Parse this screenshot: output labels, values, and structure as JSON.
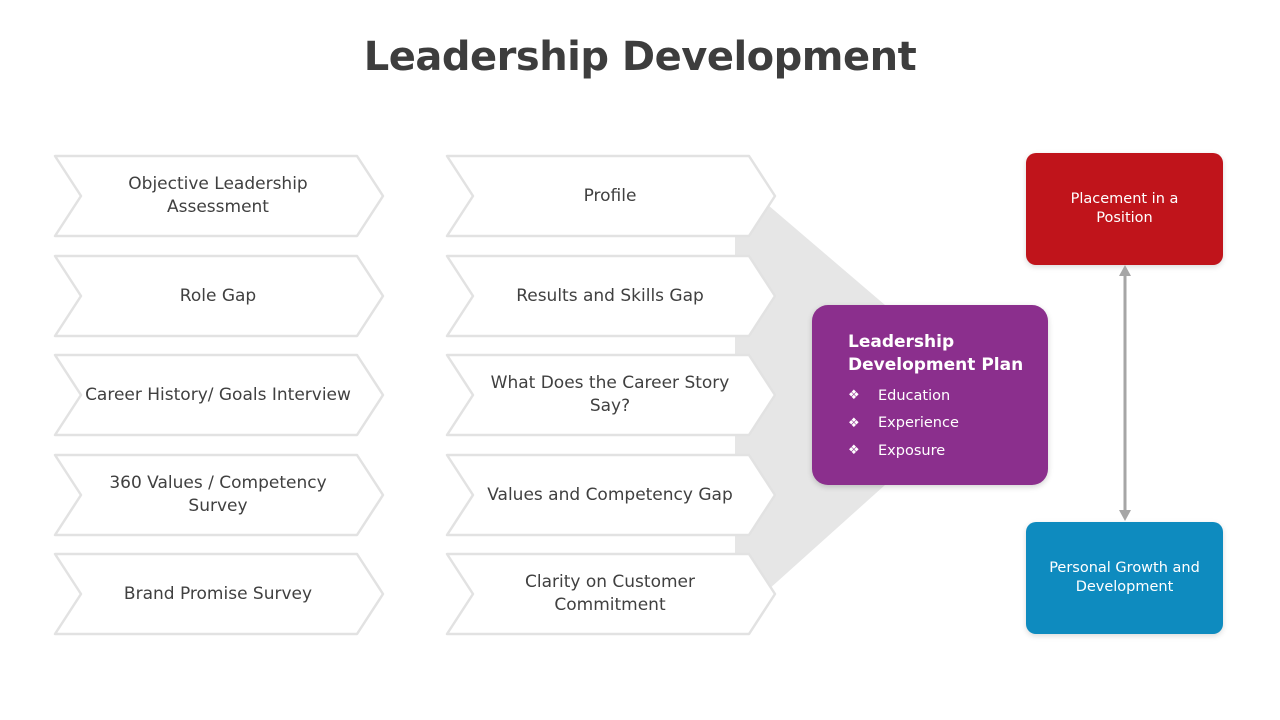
{
  "title": "Leadership Development",
  "left_column": [
    "Objective Leadership Assessment",
    "Role Gap",
    "Career History/ Goals Interview",
    "360 Values / Competency Survey",
    "Brand Promise Survey"
  ],
  "middle_column": [
    "Profile",
    "Results and Skills Gap",
    "What Does the Career Story Say?",
    "Values and Competency Gap",
    "Clarity on Customer Commitment"
  ],
  "plan": {
    "title": "Leadership Development Plan",
    "bullet_glyph": "❖",
    "items": [
      "Education",
      "Experience",
      "Exposure"
    ]
  },
  "top_box": "Placement in a Position",
  "bottom_box": "Personal Growth and Development",
  "colors": {
    "plan": "#8b2f8d",
    "top_box": "#c0141b",
    "bottom_box": "#0e8bbf",
    "funnel": "#e6e6e6",
    "arrow": "#a6a6a6"
  }
}
